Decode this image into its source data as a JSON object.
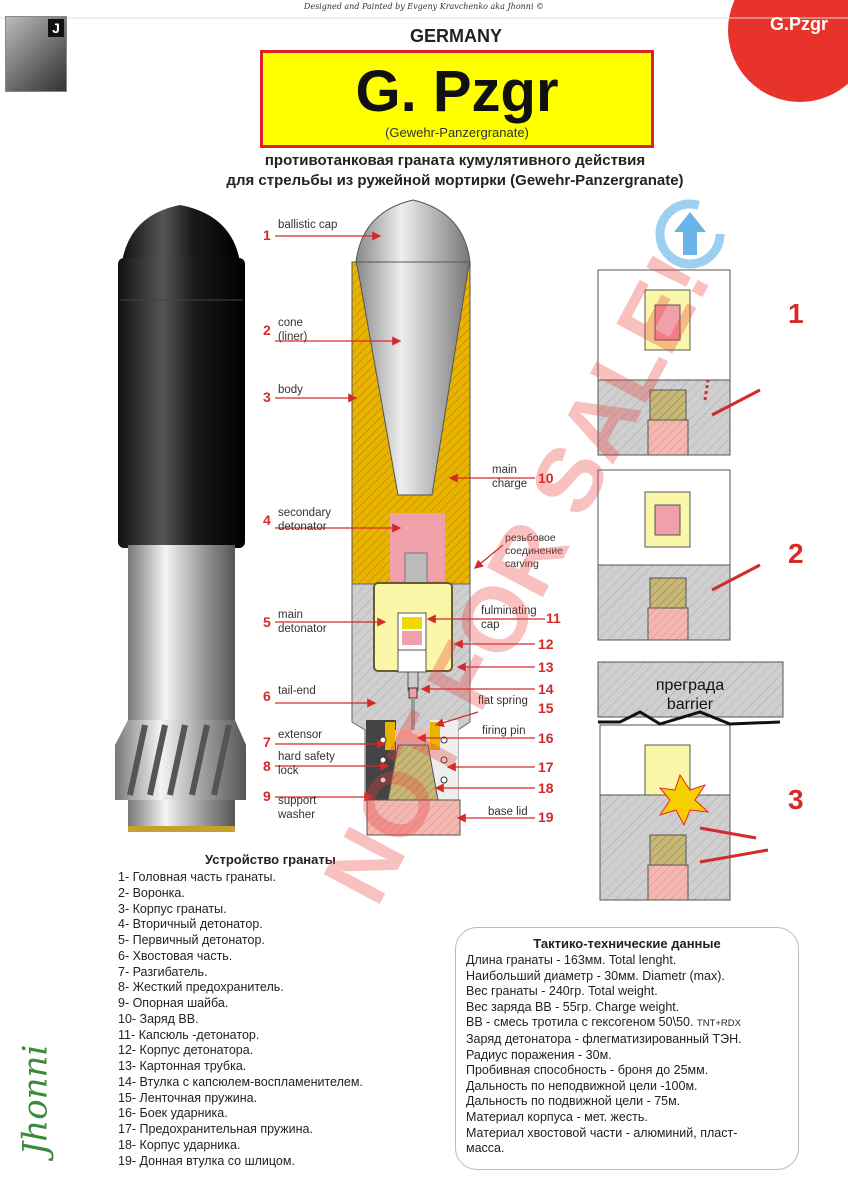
{
  "credit": "Designed and Painted by Evgeny Kravchenko aka Jhonni ©",
  "corner_label": "G.Pzgr",
  "avatar_letter": "J",
  "country": "GERMANY",
  "title": "G. Pzgr",
  "title_sub": "(Gewehr-Panzergranate)",
  "subtitle": [
    "противотанковая граната кумулятивного действия",
    "для стрельбы из ружейной мортирки (Gewehr-Panzergranate)"
  ],
  "labels": {
    "l1": {
      "num": "1",
      "text": "ballistic cap"
    },
    "l2": {
      "num": "2",
      "text": "cone",
      "text2": "(liner)"
    },
    "l3": {
      "num": "3",
      "text": "body"
    },
    "l4": {
      "num": "4",
      "text": "secondary",
      "text2": "detonator"
    },
    "l5": {
      "num": "5",
      "text": "main",
      "text2": "detonator"
    },
    "l6": {
      "num": "6",
      "text": "tail-end"
    },
    "l7": {
      "num": "7",
      "text": "extensor"
    },
    "l8": {
      "num": "8",
      "text": "hard safety",
      "text2": "lock"
    },
    "l9": {
      "num": "9",
      "text": "support",
      "text2": "washer"
    },
    "l10": {
      "num": "10",
      "text": "main",
      "text2": "charge"
    },
    "carving": {
      "text": "резьбовое",
      "text2": "соединение",
      "text3": "carving"
    },
    "l11": {
      "num": "11",
      "text": "fulminating",
      "text2": "cap"
    },
    "l12": {
      "num": "12"
    },
    "l13": {
      "num": "13"
    },
    "l14": {
      "num": "14"
    },
    "l15": {
      "num": "15",
      "text": "flat spring"
    },
    "l16": {
      "num": "16",
      "text": "firing pin"
    },
    "l17": {
      "num": "17"
    },
    "l18": {
      "num": "18"
    },
    "l19": {
      "num": "19",
      "text": "base lid"
    }
  },
  "steps": [
    "1",
    "2",
    "3"
  ],
  "barrier": [
    "преграда",
    "barrier"
  ],
  "parts_title": "Устройство гранаты",
  "parts": [
    "1- Головная часть гранаты.",
    "2- Воронка.",
    "3- Корпус гранаты.",
    "4- Вторичный детонатор.",
    "5- Первичный детонатор.",
    "6- Хвостовая часть.",
    "7- Разгибатель.",
    "8- Жесткий предохранитель.",
    "9- Опорная шайба.",
    "10- Заряд ВВ.",
    "11- Капсюль -детонатор.",
    "12- Корпус детонатора.",
    "13- Картонная трубка.",
    "14- Втулка с капсюлем-воспламенителем.",
    "15- Ленточная пружина.",
    "16- Боек ударника.",
    "17- Предохранительная пружина.",
    "18- Корпус ударника.",
    "19- Донная втулка со шлицом."
  ],
  "specs_title": "Тактико-технические данные",
  "specs": [
    "Длина гранаты - 163мм. Total lenght.",
    "Наибольший диаметр - 30мм. Diametr (max).",
    "Вес гранаты - 240гр. Total weight.",
    "Вес заряда ВВ - 55гр. Charge weight.",
    "ВВ - смесь тротила с гексогеном 50\\50.",
    "Заряд детонатора - флегматизированный ТЭН.",
    "Радиус поражения - 30м.",
    "Пробивная способность - броня до 25мм.",
    "Дальность по неподвижной цели -100м.",
    "Дальность по подвижной цели - 75м.",
    "Материал корпуса - мет. жесть.",
    "Материал хвостовой части - алюминий, пласт-",
    "масса."
  ],
  "specs_note": "TNT+RDX",
  "signature": "Jhonni",
  "watermark": "NOT FOR SALE!",
  "colors": {
    "accent_red": "#d42a2a",
    "title_yellow": "#ffff00",
    "charge_yellow": "#e8b400",
    "detonator_pink": "#f0a0a8"
  }
}
